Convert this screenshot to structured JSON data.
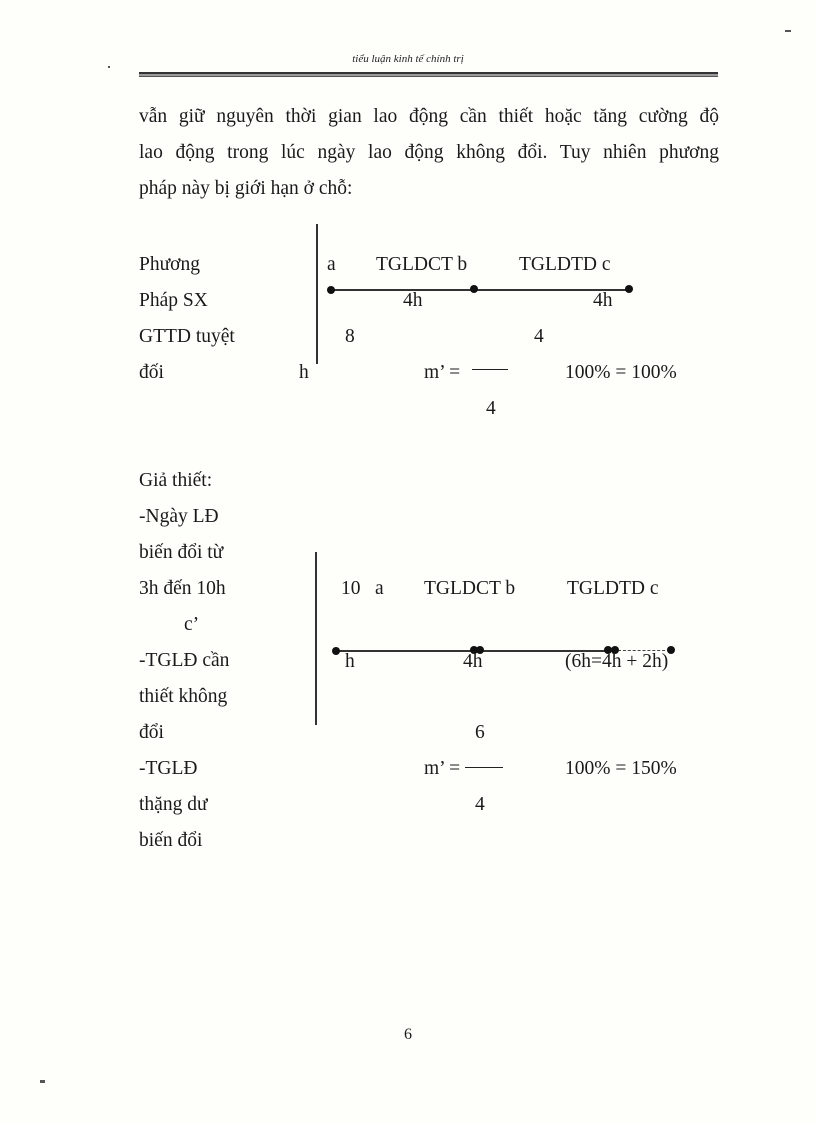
{
  "header": {
    "title": "tiểu luận kinh tế chính trị"
  },
  "paragraph": {
    "lines": [
      "vẫn giữ nguyên thời gian lao động cần thiết hoặc tăng cường độ",
      "lao động trong lúc ngày lao động không đổi. Tuy nhiên phương",
      "pháp này bị giới hạn ở chỗ:"
    ]
  },
  "diagram1": {
    "left_labels": [
      "Phương",
      "Pháp SX",
      "GTTD tuyệt",
      "đối"
    ],
    "hour_unit": "h",
    "top_labels": {
      "a": "a",
      "tgldct_b": "TGLDCT b",
      "tgldtd_c": "TGLDTD c"
    },
    "segment_labels": [
      "4h",
      "4h"
    ],
    "day_length": "8",
    "formula": {
      "prefix": "m’ =",
      "numerator": "4",
      "denominator": "4",
      "suffix": "100% = 100%"
    }
  },
  "diagram2": {
    "left_labels": [
      "Giả thiết:",
      "-Ngày LĐ",
      "biến đổi từ",
      "3h đến 10h",
      "c’",
      "-TGLĐ cần",
      "thiết không",
      "đổi",
      "-TGLĐ",
      "thặng dư",
      "biến đổi"
    ],
    "top_labels": {
      "day_length": "10",
      "a": "a",
      "tgldct_b": "TGLDCT b",
      "tgldtd_c": "TGLDTD c"
    },
    "segment_labels": {
      "start": "h",
      "middle": "4h",
      "end": "(6h=4h + 2h)"
    },
    "formula": {
      "prefix": "m’ =",
      "numerator": "6",
      "denominator": "4",
      "suffix": "100% = 150%"
    }
  },
  "footer": {
    "page_number": "6"
  }
}
